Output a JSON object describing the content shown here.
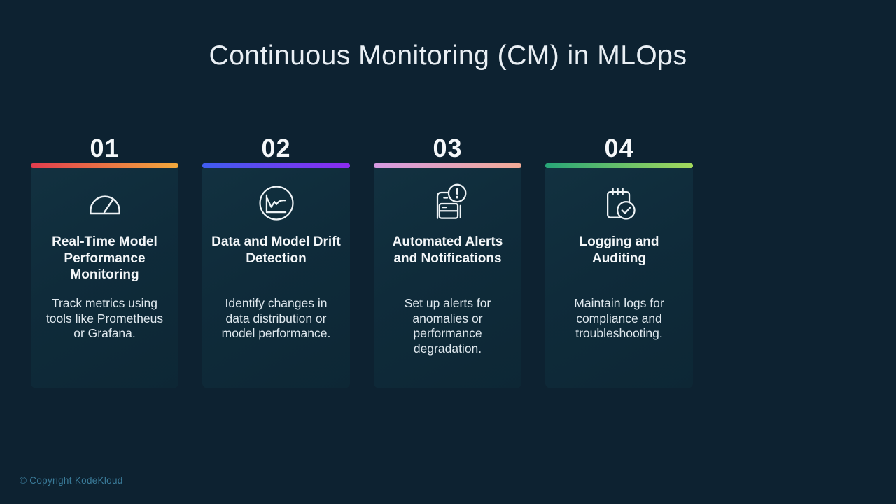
{
  "page": {
    "title": "Continuous Monitoring (CM) in MLOps",
    "footer": "© Copyright KodeKloud"
  },
  "colors": {
    "background": "#0d2231",
    "card_background": "#0f2b3a",
    "title_text": "#e9eff4",
    "card_text": "#f3f6f8",
    "footer_text": "#3a7b99"
  },
  "cards": [
    {
      "number": "01",
      "accent_from": "#e23c4e",
      "accent_to": "#f2a93b",
      "icon": "gauge-icon",
      "title": "Real-Time Model Performance Monitoring",
      "description": "Track metrics using tools like Prometheus or Grafana."
    },
    {
      "number": "02",
      "accent_from": "#3f5df0",
      "accent_to": "#8b2bf0",
      "icon": "drift-chart-icon",
      "title": "Data and Model Drift Detection",
      "description": "Identify changes in data distribution or model performance."
    },
    {
      "number": "03",
      "accent_from": "#d59ae2",
      "accent_to": "#f2ab96",
      "icon": "alert-device-icon",
      "title": "Automated Alerts and Notifications",
      "description": "Set up alerts for anomalies or performance degradation."
    },
    {
      "number": "04",
      "accent_from": "#27a578",
      "accent_to": "#a4d95c",
      "icon": "log-check-icon",
      "title": "Logging and Auditing",
      "description": "Maintain logs for compliance and troubleshooting."
    }
  ]
}
